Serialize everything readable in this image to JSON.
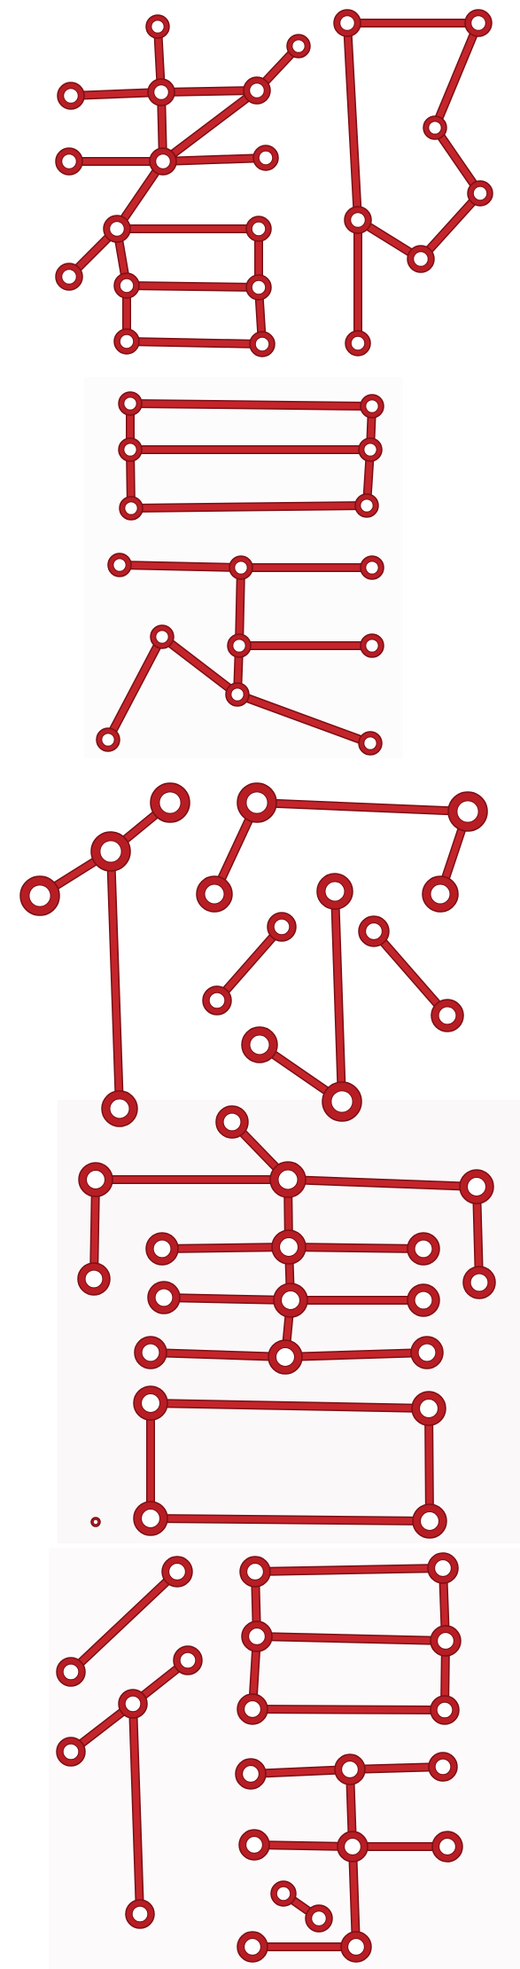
{
  "title": "",
  "colors": {
    "background": "#ffffff",
    "panel_tint": "#fbf8f9",
    "stroke": "#c4252b",
    "stroke_dark": "#7a0f14",
    "node_fill": "#ffffff",
    "node_ring": "#b81d24"
  },
  "glyphs": [
    {
      "name": "glyph-du",
      "char": "都"
    },
    {
      "name": "glyph-shi",
      "char": "是"
    },
    {
      "name": "glyph-ni",
      "char": "你"
    },
    {
      "name": "glyph-hai",
      "char": "害"
    },
    {
      "name": "glyph-de",
      "char": "得"
    }
  ]
}
